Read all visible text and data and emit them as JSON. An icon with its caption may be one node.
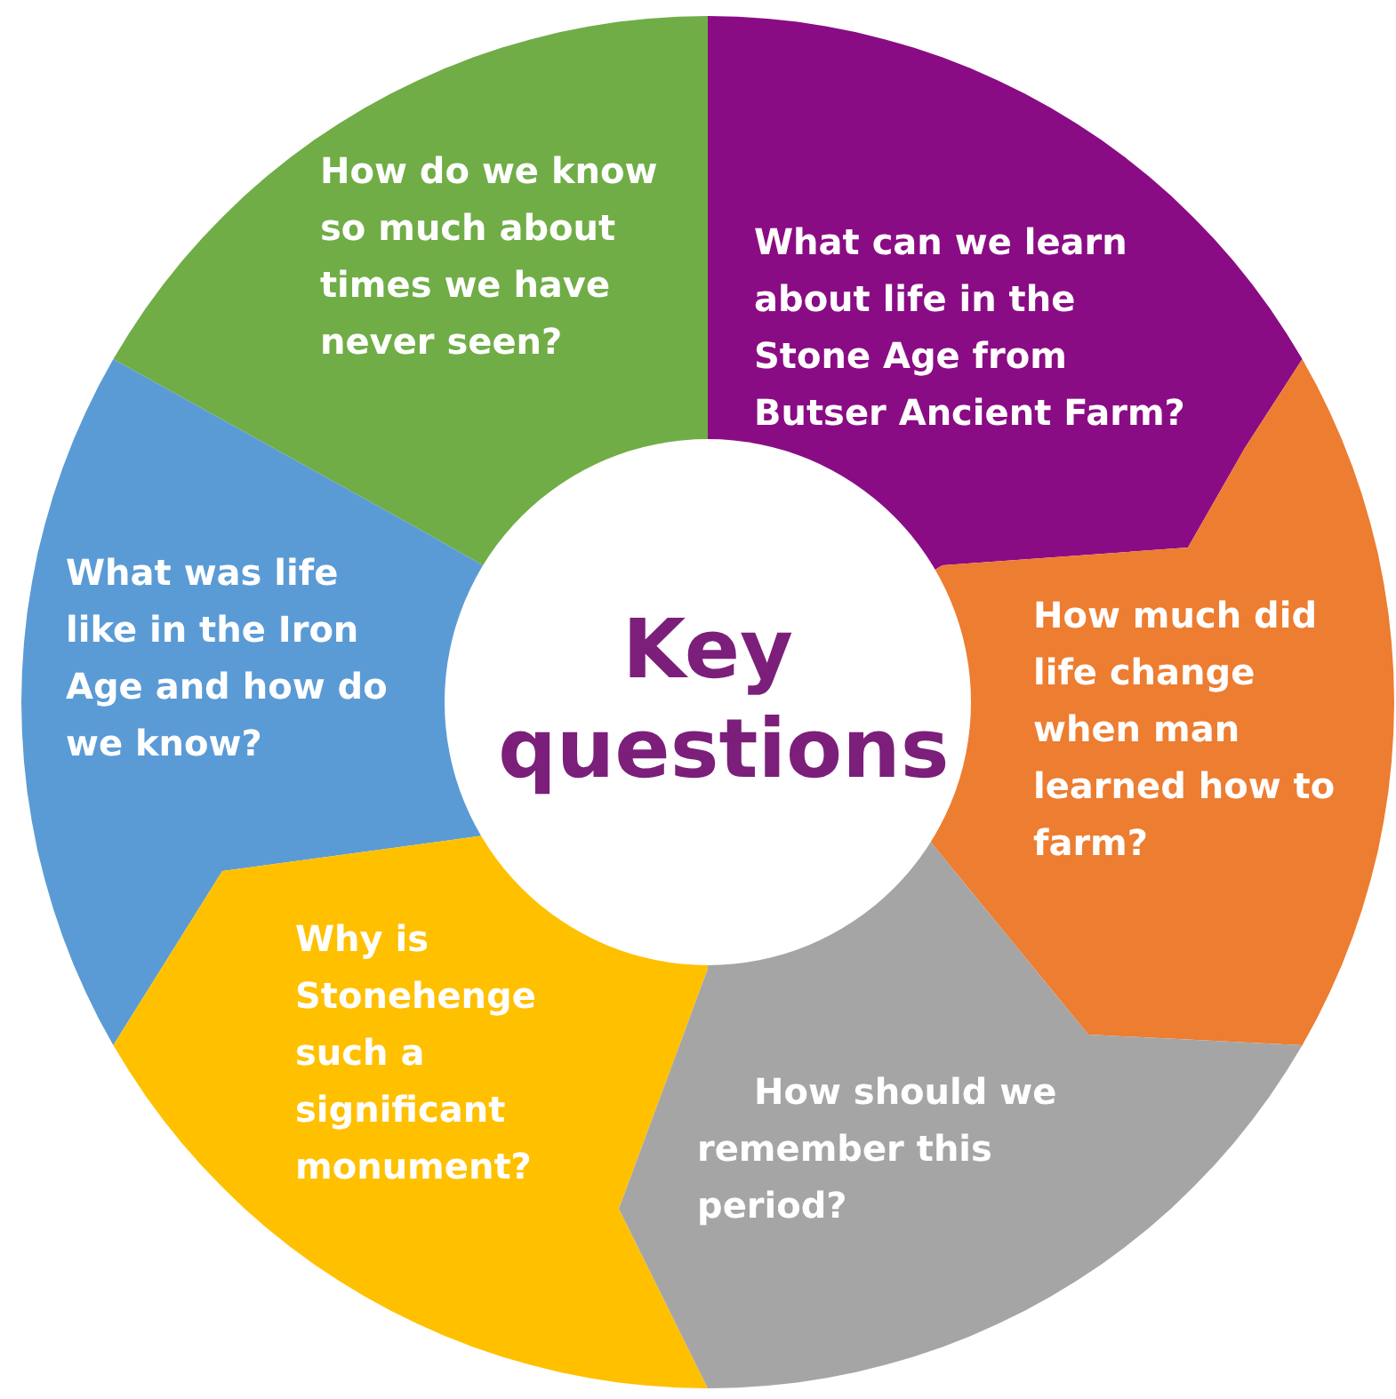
{
  "diagram": {
    "nodes": [
      {
        "text": [
          "How do we know so much about times we have never seen?"
        ]
      },
      {
        "text": [
          "What can we learn about life in the Stone Age from Butser Ancient Farm?"
        ]
      },
      {
        "text": [
          "What was life like in the Iron Age and how do we know?"
        ]
      },
      {
        "text": [
          "How much did life change when man learned how to farm?"
        ]
      },
      {
        "text": [
          "Why is Stonehenge such a significant monument?"
        ]
      },
      {
        "text": [
          "How should we remember this period?"
        ]
      },
      {
        "text": [
          "Key questions"
        ]
      }
    ]
  }
}
